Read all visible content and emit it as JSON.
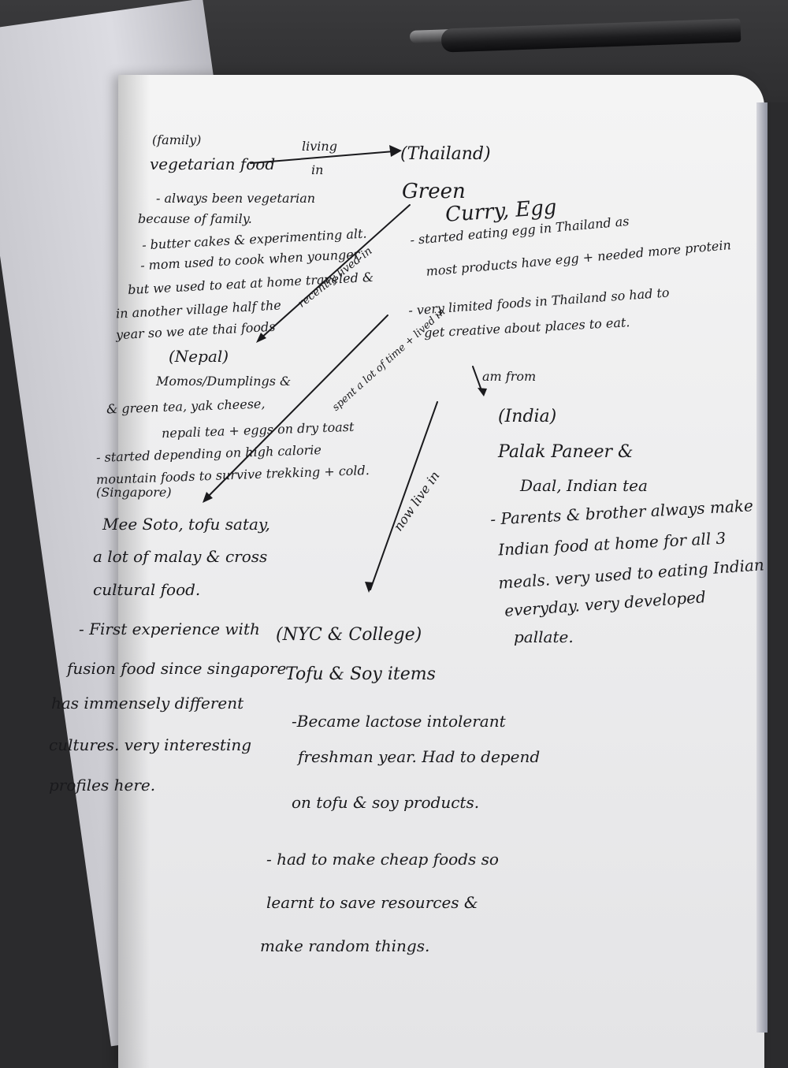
{
  "notes": {
    "family_label": "(family)",
    "vegetarian_food": "vegetarian food",
    "living": "living",
    "in": "in",
    "thailand": "(Thailand)",
    "green": "Green",
    "curry_egg": "Curry, Egg",
    "left": {
      "l1": "- always been vegetarian",
      "l2": "because of family.",
      "l3": "- butter cakes & experimenting alt.",
      "l4": "- mom used to cook when younger,",
      "l5": "but we used to eat at home traveled &",
      "l6": "in another village half the",
      "l7": "year so we ate thai foods"
    },
    "recently_lived_in": "recently lived in",
    "thai": {
      "t1": "- started eating egg in Thailand as",
      "t2": "most products have egg + needed more protein",
      "t3": "- very limited foods in Thailand so had to",
      "t4": "get creative about places to eat."
    },
    "am_from": "am from",
    "nepal": {
      "title": "(Nepal)",
      "n1": "Momos/Dumplings &",
      "n2": "& green tea, yak cheese,",
      "n3": "nepali tea + eggs on dry toast",
      "n4": "- started depending on high calorie",
      "n5": "mountain foods to survive trekking + cold."
    },
    "spent_time": "spent a lot of time + lived in",
    "india": {
      "title": "(India)",
      "i1": "Palak Paneer &",
      "i2": "Daal, Indian tea",
      "i3": "- Parents & brother always make",
      "i4": "Indian food at home for all 3",
      "i5": "meals. very used to eating Indian",
      "i6": "everyday. very developed",
      "i7": "pallate."
    },
    "singapore": {
      "title": "(Singapore)",
      "s1": "Mee Soto, tofu satay,",
      "s2": "a lot of malay & cross",
      "s3": "cultural food.",
      "s4": "- First experience with",
      "s5": "fusion food since singapore",
      "s6": "has immensely different",
      "s7": "cultures. very interesting",
      "s8": "profiles here."
    },
    "now_live_in": "now live in",
    "nyc": {
      "title": "(NYC & College)",
      "c1": "Tofu & Soy items",
      "c2": "-Became lactose intolerant",
      "c3": "freshman year. Had to depend",
      "c4": "on tofu & soy products.",
      "c5": "- had to make cheap foods so",
      "c6": "learnt to save resources &",
      "c7": "make random things."
    }
  }
}
